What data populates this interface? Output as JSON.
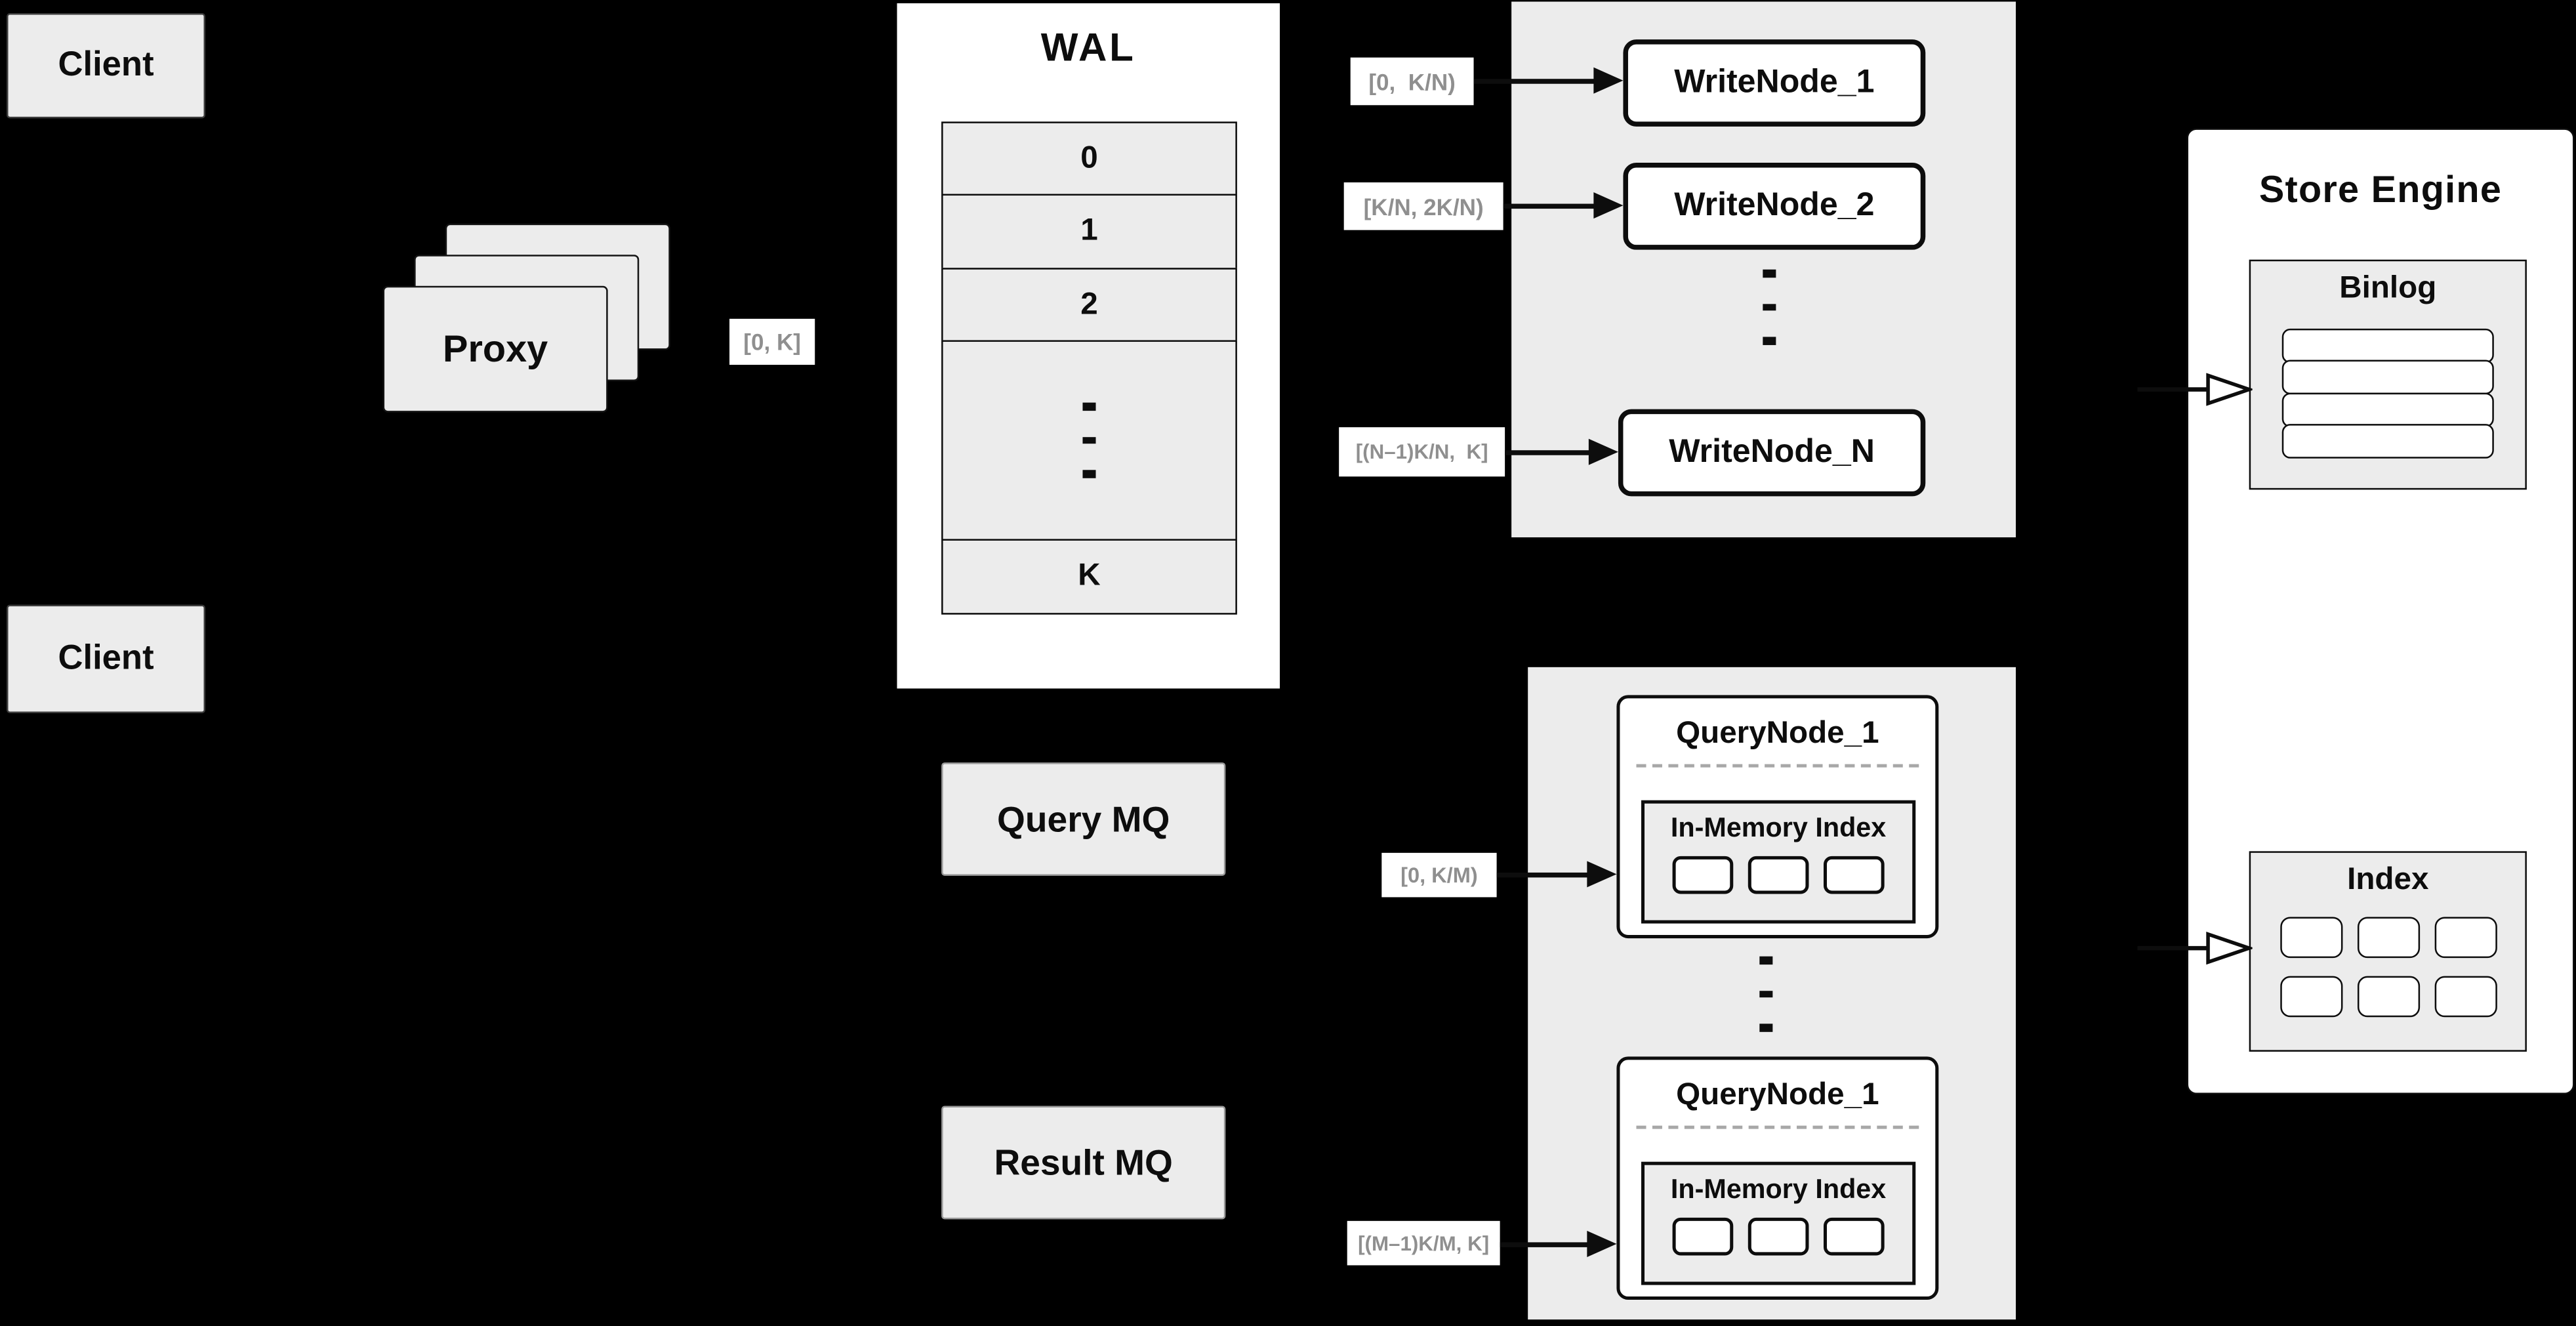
{
  "diagram": {
    "client_top": {
      "label": "Client"
    },
    "client_bottom": {
      "label": "Client"
    },
    "proxy": {
      "label": "Proxy",
      "range_label": "[0, K]"
    },
    "wal": {
      "title": "WAL",
      "rows": [
        "0",
        "1",
        "2",
        "K"
      ],
      "vertical_ellipsis": "..."
    },
    "write_group": {
      "nodes": [
        "WriteNode_1",
        "WriteNode_2",
        "WriteNode_N"
      ],
      "range_labels": [
        "[0,  K/N)",
        "[K/N, 2K/N)",
        "[(N–1)K/N,  K]"
      ],
      "vertical_ellipsis": "..."
    },
    "query_mq": {
      "label": "Query MQ"
    },
    "result_mq": {
      "label": "Result MQ"
    },
    "query_group": {
      "nodes": [
        {
          "title": "QueryNode_1",
          "inner_title": "In-Memory Index"
        },
        {
          "title": "QueryNode_1",
          "inner_title": "In-Memory Index"
        }
      ],
      "range_labels": [
        "[0, K/M)",
        "[(M–1)K/M, K]"
      ],
      "vertical_ellipsis": "..."
    },
    "store_engine": {
      "title": "Store Engine",
      "binlog": {
        "title": "Binlog"
      },
      "index": {
        "title": "Index"
      }
    },
    "colors": {
      "background": "#000000",
      "card_gray": "#ececec",
      "panel_white": "#ffffff",
      "line_black": "#0d0d0d",
      "range_label_text": "#8f8f8f",
      "dashed_divider": "#a8a8a8"
    }
  }
}
